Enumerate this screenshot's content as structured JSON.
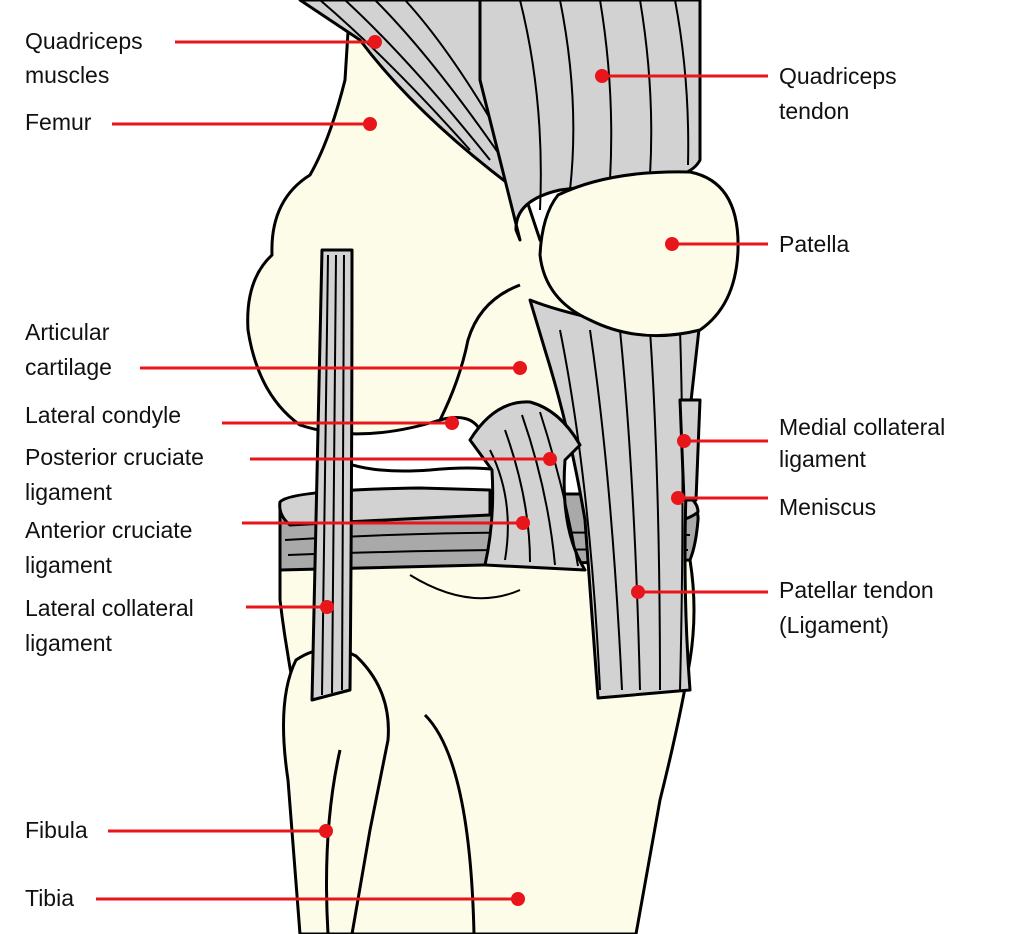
{
  "colors": {
    "leader": "#e8161b",
    "bone": "#fdfce8",
    "tissue": "#d2d2d2",
    "tissue_dark": "#a9a9a9"
  },
  "labels": {
    "quadriceps_muscles": [
      "Quadriceps",
      "muscles"
    ],
    "femur": [
      "Femur"
    ],
    "articular_cartilage": [
      "Articular",
      "cartilage"
    ],
    "lateral_condyle": [
      "Lateral condyle"
    ],
    "posterior_cruciate_ligament": [
      "Posterior cruciate",
      "ligament"
    ],
    "anterior_cruciate_ligament": [
      "Anterior cruciate",
      "ligament"
    ],
    "lateral_collateral_ligament": [
      "Lateral collateral",
      "ligament"
    ],
    "fibula": [
      "Fibula"
    ],
    "tibia": [
      "Tibia"
    ],
    "quadriceps_tendon": [
      "Quadriceps",
      "tendon"
    ],
    "patella": [
      "Patella"
    ],
    "medial_collateral_ligament": [
      "Medial collateral",
      "ligament"
    ],
    "meniscus": [
      "Meniscus"
    ],
    "patellar_tendon": [
      "Patellar tendon",
      "(Ligament)"
    ]
  }
}
